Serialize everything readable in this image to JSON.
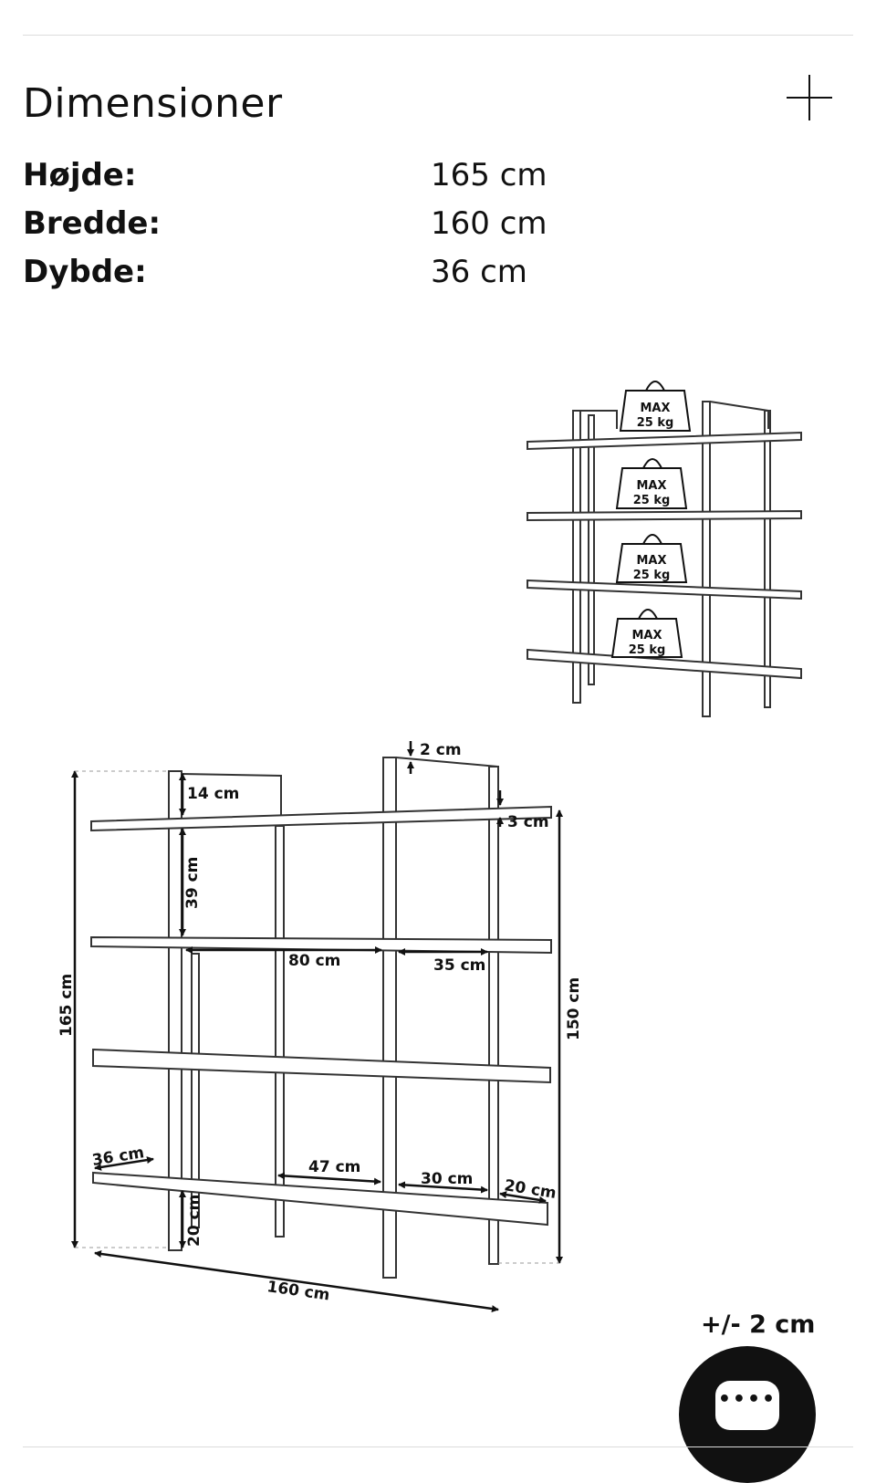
{
  "section": {
    "title": "Dimensioner",
    "expand_icon": "plus-icon"
  },
  "dimensions": [
    {
      "label": "Højde:",
      "value": "165 cm"
    },
    {
      "label": "Bredde:",
      "value": "160 cm"
    },
    {
      "label": "Dybde:",
      "value": "36 cm"
    }
  ],
  "diagram": {
    "weight_label_line1": "MAX",
    "weight_label_line2": "25 kg",
    "labels": {
      "top_gap": "2 cm",
      "top_section": "14 cm",
      "shelf_thickness": "3 cm",
      "shelf_spacing": "39 cm",
      "inner_width_a": "80 cm",
      "inner_width_b": "35 cm",
      "total_height": "165 cm",
      "inner_height": "150 cm",
      "depth": "36 cm",
      "bottom_a": "47 cm",
      "bottom_b": "30 cm",
      "bottom_c": "20 cm",
      "foot_height": "20 cm",
      "total_width": "160 cm"
    }
  },
  "tolerance": "+/- 2 cm",
  "chat": {
    "icon": "chat-bubble-icon",
    "dots": "••••"
  }
}
